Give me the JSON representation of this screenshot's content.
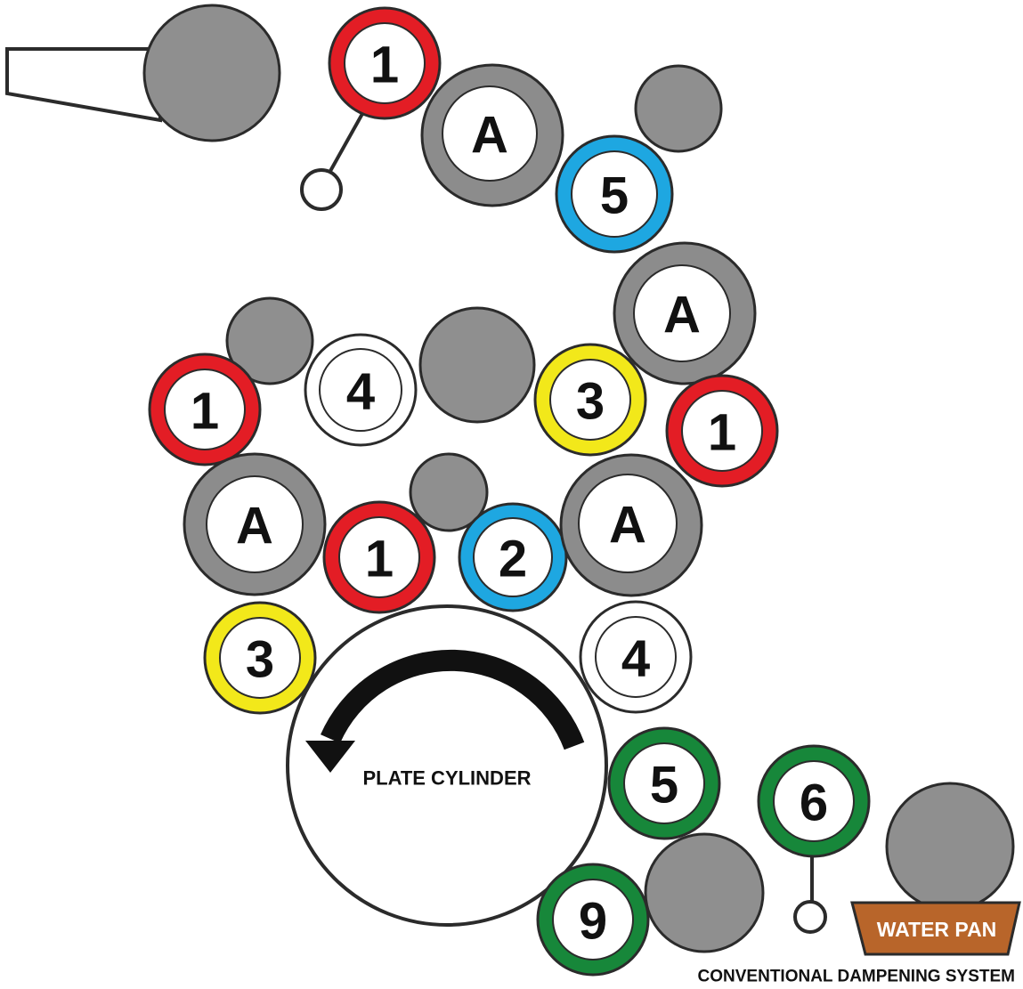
{
  "colors": {
    "red": "#e31d25",
    "blue": "#1ea7e1",
    "yellow": "#f2e81a",
    "green": "#17873a",
    "gray_ring": "#8c8c8c",
    "gray_fill": "#8f8f8f",
    "white": "#ffffff",
    "outline": "#2b2b2b",
    "water_pan": "#b8652a"
  },
  "rollers": {
    "r1_top": "1",
    "a_top": "A",
    "r5_top": "5",
    "a_right": "A",
    "r4_mid": "4",
    "r1_left": "1",
    "r3_mid": "3",
    "r1_right": "1",
    "a_left": "A",
    "r1_center": "1",
    "r2_center": "2",
    "a_center_right": "A",
    "r3_low": "3",
    "r4_low": "4",
    "r5_green": "5",
    "r6_green": "6",
    "r9_green": "9"
  },
  "plate_cylinder": {
    "label": "PLATE CYLINDER"
  },
  "water_pan": {
    "label": "WATER PAN"
  },
  "caption": "CONVENTIONAL DAMPENING SYSTEM"
}
